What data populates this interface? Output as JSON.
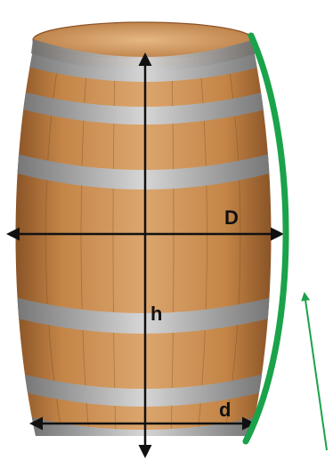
{
  "diagram": {
    "labels": {
      "diameter_max": "D",
      "height": "h",
      "diameter_end": "d"
    },
    "colors": {
      "wood_light": "#d9a36b",
      "wood_mid": "#c48547",
      "wood_dark": "#8a5427",
      "hoop": "#b9b9b9",
      "hoop_dark": "#7a7a7a",
      "arrow": "#111111",
      "curve": "#1aa34a",
      "pointer": "#1aa34a",
      "background": "#ffffff"
    }
  }
}
